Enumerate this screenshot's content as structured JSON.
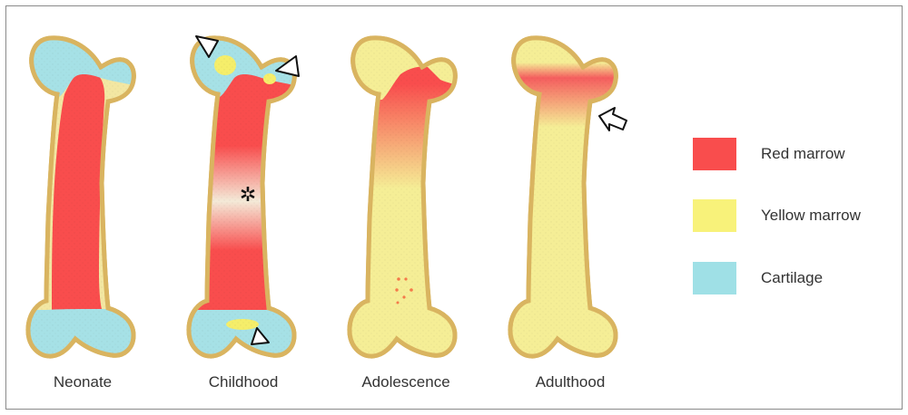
{
  "colors": {
    "red_marrow": "#f94d4d",
    "yellow_marrow": "#f5f07a",
    "cartilage": "#a6e1e6",
    "bone_fill": "#f3e7a2",
    "bone_outline": "#d9b460"
  },
  "stages": [
    {
      "label": "Neonate"
    },
    {
      "label": "Childhood"
    },
    {
      "label": "Adolescence"
    },
    {
      "label": "Adulthood"
    }
  ],
  "legend": [
    {
      "label": "Red marrow",
      "color": "#f94d4d"
    },
    {
      "label": "Yellow marrow",
      "color": "#f8f27a"
    },
    {
      "label": "Cartilage",
      "color": "#9fe0e6"
    }
  ],
  "markers": {
    "asterisk_symbol": "✲"
  }
}
